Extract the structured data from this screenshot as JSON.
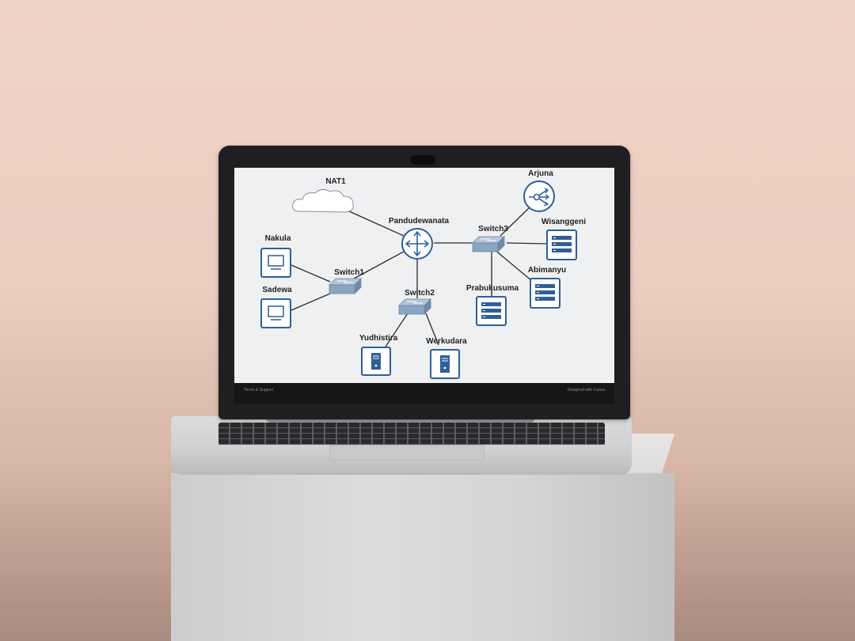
{
  "footer": {
    "left_text": "Terms & Support",
    "right_text": "Designed with Canva"
  },
  "diagram": {
    "nodes": {
      "nat1": {
        "label": "NAT1",
        "icon": "cloud-icon"
      },
      "router": {
        "label": "Pandudewanata",
        "icon": "router-icon"
      },
      "arjuna": {
        "label": "Arjuna",
        "icon": "load-balancer-icon"
      },
      "switch1": {
        "label": "Switch1",
        "icon": "switch-icon"
      },
      "switch2": {
        "label": "Switch2",
        "icon": "switch-icon"
      },
      "switch3": {
        "label": "Switch3",
        "icon": "switch-icon"
      },
      "nakula": {
        "label": "Nakula",
        "icon": "pc-icon"
      },
      "sadewa": {
        "label": "Sadewa",
        "icon": "pc-icon"
      },
      "yudhistira": {
        "label": "Yudhistira",
        "icon": "server-icon"
      },
      "werkudara": {
        "label": "Werkudara",
        "icon": "server-icon"
      },
      "prabukusuma": {
        "label": "Prabukusuma",
        "icon": "rack-server-icon"
      },
      "abimanyu": {
        "label": "Abimanyu",
        "icon": "rack-server-icon"
      },
      "wisanggeni": {
        "label": "Wisanggeni",
        "icon": "rack-server-icon"
      }
    },
    "links": [
      [
        "nat1",
        "router"
      ],
      [
        "router",
        "switch1"
      ],
      [
        "router",
        "switch2"
      ],
      [
        "router",
        "switch3"
      ],
      [
        "switch1",
        "nakula"
      ],
      [
        "switch1",
        "sadewa"
      ],
      [
        "switch2",
        "yudhistira"
      ],
      [
        "switch2",
        "werkudara"
      ],
      [
        "switch3",
        "arjuna"
      ],
      [
        "switch3",
        "wisanggeni"
      ],
      [
        "switch3",
        "abimanyu"
      ],
      [
        "switch3",
        "prabukusuma"
      ]
    ],
    "colors": {
      "icon_stroke": "#2f5f98",
      "switch_fill": "#8aa5bf",
      "line": "#2a2a2a",
      "background": "#eef0f2"
    }
  }
}
